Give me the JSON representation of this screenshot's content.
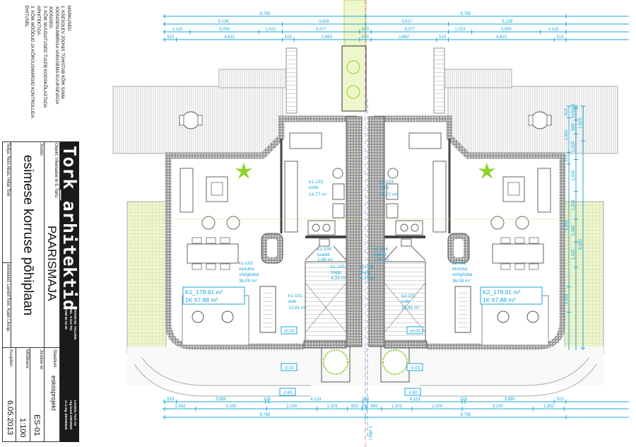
{
  "notes": {
    "title": "MÄRKUSED:",
    "lines": [
      "1. KÄESOLEV JOONIS TÜHISTAB KÕIK SAMA",
      "   JOONISENUMBRIGA VARASEMA KUUPÄEVAGA",
      "   JOONISED.",
      "2. KÕIK MUUDATUSED TULEB KOOSKÕLASTADA",
      "   ARHITEKTIGA.",
      "3. KÕIK MÕÕDUD JA KÕRGUSMÄRGID KONTROLLIDA",
      "   EHITUSEL."
    ]
  },
  "title_block": {
    "brand": "Tork_arhitektid",
    "address": [
      "TATARI 64, TALLINN",
      "TEL. 6 314 701",
      "GSM 50 34 36"
    ],
    "company": [
      "Lembitu Tork AS",
      "reg.kood 10819940",
      "m.a.reg. EEO00026"
    ],
    "object_label": "Objekt: Vikerlaane tn 9, Tartu",
    "project_name": "PAARISMAJA",
    "drawing_label": "Joonis:",
    "drawing_name": "esimese korruse põhiplaan",
    "client": "Tellija: Rein Ahas; Hillar Tork",
    "architects": "Arhitektid: Lembit Tork; Kadri Liivoja",
    "stage_label": "Staadium:",
    "stage": "eskiisprojekt",
    "drawing_no_label": "Joonise nr:",
    "drawing_no": "ES-01",
    "scale_label": "Mõõtkava:",
    "scale": "1:100",
    "date_label": "Kuupäev:",
    "date": "6.05.2013"
  },
  "rooms": {
    "k1_103": {
      "code": "k1-103",
      "name": "köök",
      "area": "14,77 m²"
    },
    "k2_103": {
      "code": "k2-103",
      "name": "köök",
      "area": "14,77 m²"
    },
    "k1_102": {
      "code": "k1-102",
      "name": "elutuba",
      "name2": "söögituba",
      "area": "36,09 m²"
    },
    "k2_102": {
      "code": "k2-102",
      "name": "elutuba",
      "name2": "söögituba",
      "area": "36,09 m²"
    },
    "k1_104": {
      "code": "k1-104",
      "name": "tualett",
      "area": "1,88 m²"
    },
    "k2_104": {
      "code": "k2-104",
      "name": "tualett",
      "area": "1,88 m²"
    },
    "k1_105": {
      "code": "k1-105",
      "name": "trepp",
      "area": "4,33 m²"
    },
    "k2_105": {
      "code": "k2-105",
      "name": "trepp",
      "area": "4,33 m²"
    },
    "k1_101": {
      "code": "k1-101",
      "name": "esik",
      "area": "10,81 m²"
    },
    "k2_101": {
      "code": "k2-101",
      "name": "esik",
      "area": "10,81 m²"
    }
  },
  "unit_areas": {
    "k1_total": "K1_178.91 m²",
    "k1_floor": "1K 67.88 m²",
    "k2_total": "K2_178.91 m²",
    "k2_floor": "1K 67.88 m²"
  },
  "levels": {
    "floor_l": "±0.00",
    "floor_r": "±0.00",
    "entry_l": "-0.03",
    "entry_r": "-0.03",
    "ground_l": "-0.60",
    "ground_r": "-0.60"
  },
  "section_mark": "Lõige 1",
  "dimensions": {
    "top": [
      [
        "8,765",
        "8,765"
      ],
      [
        "5,138",
        "3,628",
        "3,627",
        "5,138"
      ],
      [
        "1,115",
        "3,000",
        "1,022",
        "3,377",
        "500",
        "3,377",
        "1,023",
        "3,000",
        "1,115"
      ],
      [
        "515",
        "4,622",
        "515",
        "2,863",
        "500",
        "2,862",
        "515",
        "4,623",
        "515"
      ]
    ],
    "bottom": [
      [
        "515",
        "3,890",
        "135",
        "4,123",
        "200",
        "4,123",
        "135",
        "3,890",
        "515"
      ],
      [
        "1,352",
        "3,100",
        "2,200",
        "1,323",
        "650",
        "200",
        "650",
        "1,323",
        "2,200",
        "3,100",
        "1,352"
      ],
      [
        "8,765",
        "8,765"
      ]
    ],
    "right": [
      [
        "515",
        "1,500",
        "515",
        "5,350",
        "1,115"
      ],
      [
        "100",
        "515",
        "600",
        "1,115",
        "1,400",
        "1,200",
        "1,000",
        "1,105"
      ],
      [
        "1,515",
        "9,050"
      ]
    ]
  },
  "colors": {
    "dim": "#1aa6d8",
    "grass": "#eef6cc",
    "plant": "#8fd12a",
    "axis": "#e26aa0"
  }
}
